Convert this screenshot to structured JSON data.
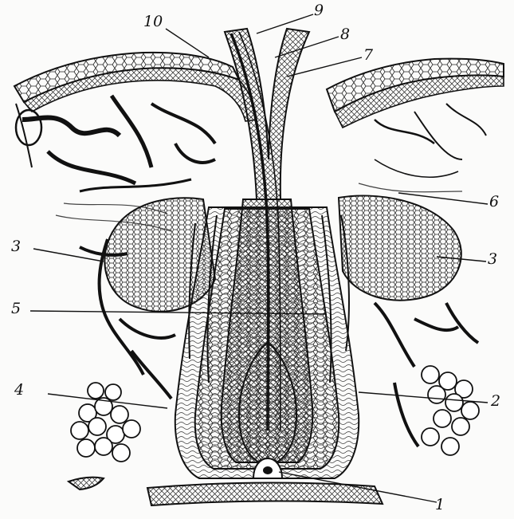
{
  "diagram": {
    "callouts": [
      {
        "id": "c1",
        "text": "1"
      },
      {
        "id": "c2",
        "text": "2"
      },
      {
        "id": "c3l",
        "text": "3"
      },
      {
        "id": "c3r",
        "text": "3"
      },
      {
        "id": "c4",
        "text": "4"
      },
      {
        "id": "c5",
        "text": "5"
      },
      {
        "id": "c6",
        "text": "6"
      },
      {
        "id": "c7",
        "text": "7"
      },
      {
        "id": "c8",
        "text": "8"
      },
      {
        "id": "c9",
        "text": "9"
      },
      {
        "id": "c10",
        "text": "10"
      }
    ]
  }
}
